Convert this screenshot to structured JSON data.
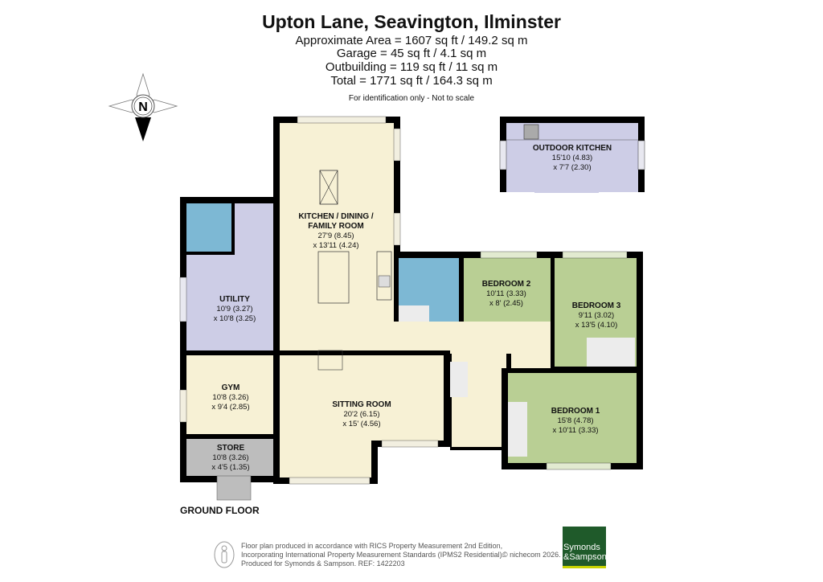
{
  "header": {
    "title": "Upton Lane, Seavington, Ilminster",
    "approx_area": "Approximate Area = 1607 sq ft / 149.2 sq m",
    "garage": "Garage = 45 sq ft / 4.1 sq m",
    "outbuilding": "Outbuilding = 119 sq ft / 11 sq m",
    "total": "Total = 1771 sq ft / 164.3 sq m",
    "disclaimer": "For identification only - Not to scale"
  },
  "compass": {
    "label": "N",
    "icon": "north-compass-icon"
  },
  "rooms": {
    "outdoor_kitchen": {
      "name": "OUTDOOR KITCHEN",
      "dim1": "15'10 (4.83)",
      "dim2": "x 7'7 (2.30)"
    },
    "kitchen": {
      "name": "KITCHEN / DINING /",
      "name2": "FAMILY ROOM",
      "dim1": "27'9 (8.45)",
      "dim2": "x 13'11 (4.24)"
    },
    "utility": {
      "name": "UTILITY",
      "dim1": "10'9 (3.27)",
      "dim2": "x 10'8 (3.25)"
    },
    "bedroom2": {
      "name": "BEDROOM 2",
      "dim1": "10'11 (3.33)",
      "dim2": "x 8' (2.45)"
    },
    "bedroom3": {
      "name": "BEDROOM 3",
      "dim1": "9'11 (3.02)",
      "dim2": "x 13'5 (4.10)"
    },
    "gym": {
      "name": "GYM",
      "dim1": "10'8 (3.26)",
      "dim2": "x 9'4 (2.85)"
    },
    "sitting": {
      "name": "SITTING ROOM",
      "dim1": "20'2 (6.15)",
      "dim2": "x 15' (4.56)"
    },
    "bedroom1": {
      "name": "BEDROOM 1",
      "dim1": "15'8 (4.78)",
      "dim2": "x 10'11 (3.33)"
    },
    "store": {
      "name": "STORE",
      "dim1": "10'8 (3.26)",
      "dim2": "x 4'5 (1.35)"
    }
  },
  "floor_label": "GROUND FLOOR",
  "colors": {
    "living": "#f7f1d5",
    "utility": "#cdcde6",
    "bath": "#7db8d4",
    "bedroom": "#b9cf94",
    "store": "#bdbdbd",
    "cupboard": "#ececec",
    "wall": "#000000",
    "brand": "#1f5a2a"
  },
  "footer": {
    "line1": "Floor plan produced in accordance with RICS Property Measurement 2nd Edition,",
    "line2": "Incorporating International Property Measurement Standards (IPMS2 Residential).",
    "line3": "Produced for Symonds & Sampson.   REF:  1422203",
    "copyright": "© nichecom 2026.",
    "logo_line1": "Symonds",
    "logo_line2": "&Sampson"
  }
}
